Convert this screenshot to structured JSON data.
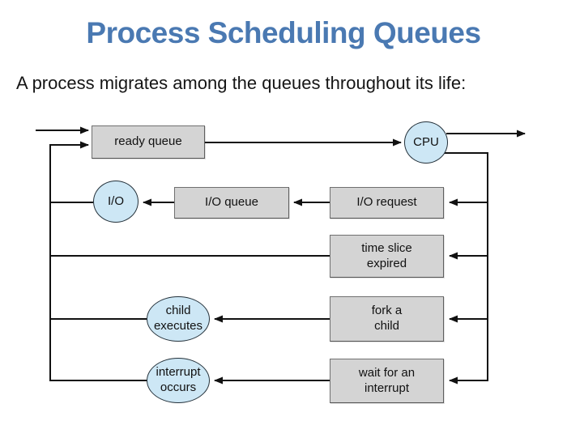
{
  "title": "Process Scheduling Queues",
  "subtitle": "A process migrates among the queues throughout its life:",
  "colors": {
    "title": "#4A79B2",
    "box_fill": "#d4d4d4",
    "box_border": "#707070",
    "ellipse_fill": "#cde7f5",
    "line": "#111111",
    "background": "#ffffff",
    "text": "#111111"
  },
  "diagram": {
    "nodes": {
      "ready_queue": {
        "label": "ready queue",
        "shape": "rect"
      },
      "cpu": {
        "label": "CPU",
        "shape": "ellipse"
      },
      "io": {
        "label": "I/O",
        "shape": "ellipse"
      },
      "io_queue": {
        "label": "I/O queue",
        "shape": "rect"
      },
      "io_request": {
        "label": "I/O request",
        "shape": "rect"
      },
      "time_slice": {
        "label": "time slice expired",
        "shape": "rect"
      },
      "fork_child": {
        "label": "fork a child",
        "shape": "rect"
      },
      "child_executes": {
        "label": "child executes",
        "shape": "ellipse"
      },
      "wait_interrupt": {
        "label": "wait for an interrupt",
        "shape": "rect"
      },
      "interrupt_occurs": {
        "label": "interrupt occurs",
        "shape": "ellipse"
      }
    },
    "edges": [
      {
        "from": "external-in",
        "to": "ready_queue"
      },
      {
        "from": "ready_queue",
        "to": "cpu"
      },
      {
        "from": "cpu",
        "to": "external-out"
      },
      {
        "from": "cpu",
        "to": "io_request"
      },
      {
        "from": "cpu",
        "to": "time_slice"
      },
      {
        "from": "cpu",
        "to": "fork_child"
      },
      {
        "from": "cpu",
        "to": "wait_interrupt"
      },
      {
        "from": "io_request",
        "to": "io_queue"
      },
      {
        "from": "io_queue",
        "to": "io"
      },
      {
        "from": "io",
        "to": "ready_queue"
      },
      {
        "from": "time_slice",
        "to": "ready_queue"
      },
      {
        "from": "fork_child",
        "to": "child_executes"
      },
      {
        "from": "child_executes",
        "to": "ready_queue"
      },
      {
        "from": "wait_interrupt",
        "to": "interrupt_occurs"
      },
      {
        "from": "interrupt_occurs",
        "to": "ready_queue"
      }
    ]
  }
}
